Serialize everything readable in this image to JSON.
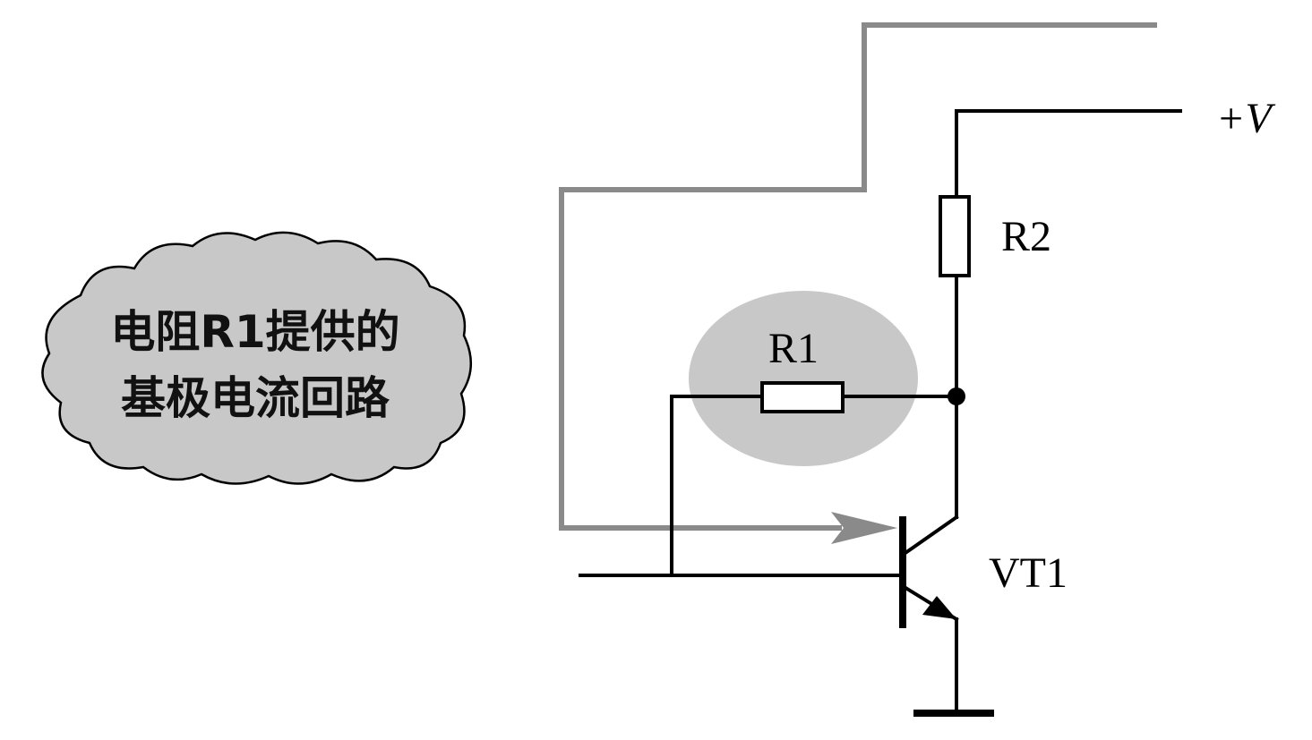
{
  "annotation": {
    "line1": "电阻R1提供的",
    "line2": "基极电流回路"
  },
  "components": {
    "r1_label": "R1",
    "r2_label": "R2",
    "transistor_label": "VT1",
    "supply_label": "+V"
  },
  "colors": {
    "current_path": "#8a8a8a",
    "highlight": "#c8c8c8",
    "cloud_fill": "#c8c8c8",
    "wire": "#000000"
  }
}
